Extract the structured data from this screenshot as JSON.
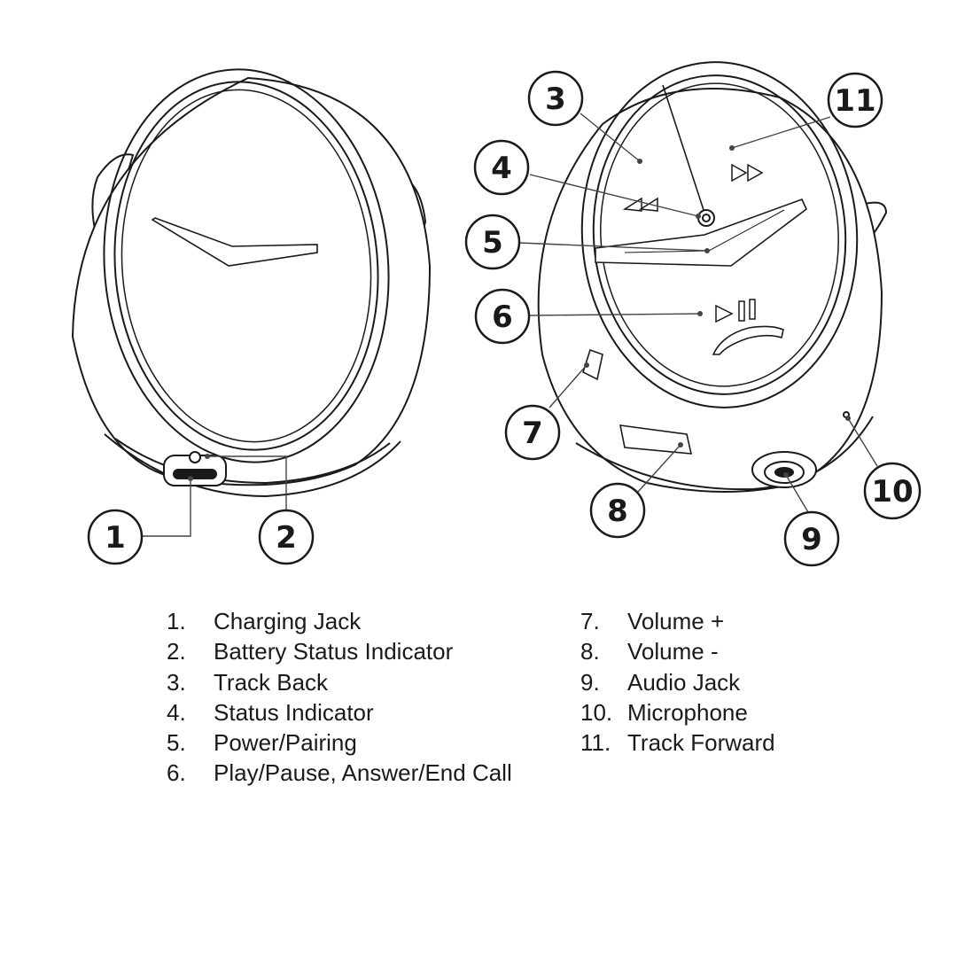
{
  "callouts": {
    "c1": "1",
    "c2": "2",
    "c3": "3",
    "c4": "4",
    "c5": "5",
    "c6": "6",
    "c7": "7",
    "c8": "8",
    "c9": "9",
    "c10": "10",
    "c11": "11"
  },
  "legend": {
    "left": [
      {
        "num": "1.",
        "label": "Charging Jack"
      },
      {
        "num": "2.",
        "label": "Battery Status Indicator"
      },
      {
        "num": "3.",
        "label": "Track Back"
      },
      {
        "num": "4.",
        "label": "Status Indicator"
      },
      {
        "num": "5.",
        "label": "Power/Pairing"
      },
      {
        "num": "6.",
        "label": "Play/Pause, Answer/End Call"
      }
    ],
    "right": [
      {
        "num": "7.",
        "label": "Volume +"
      },
      {
        "num": "8.",
        "label": "Volume -"
      },
      {
        "num": "9.",
        "label": "Audio Jack"
      },
      {
        "num": "10.",
        "label": "Microphone"
      },
      {
        "num": "11.",
        "label": "Track Forward"
      }
    ]
  },
  "colors": {
    "line": "#1a1a1a",
    "body_fill": "#ffffff"
  }
}
